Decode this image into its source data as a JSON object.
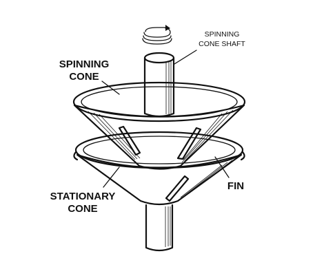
{
  "labels": {
    "spinning_cone_line1": "SPINNING",
    "spinning_cone_line2": "CONE",
    "shaft_line1": "SPINNING",
    "shaft_line2": "CONE SHAFT",
    "fin": "FIN",
    "stationary_line1": "STATIONARY",
    "stationary_line2": "CONE"
  },
  "icons": {
    "rotation": "rotation-arrow-icon"
  },
  "colors": {
    "ink": "#111111",
    "background": "#ffffff"
  }
}
